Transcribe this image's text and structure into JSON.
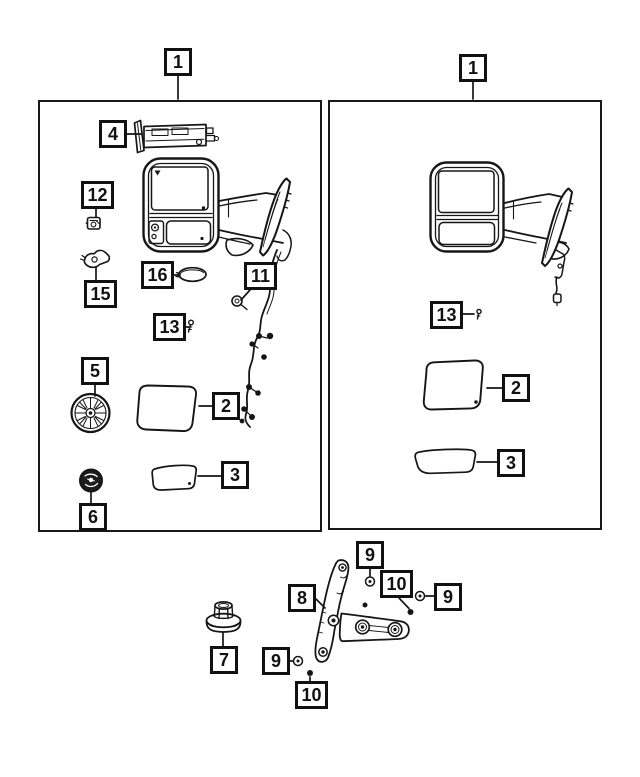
{
  "colors": {
    "background": "#ffffff",
    "line": "#161616",
    "callout_border": "#111111",
    "callout_text": "#111111"
  },
  "callouts": {
    "c1_left": "1",
    "c4": "4",
    "c12": "12",
    "c15": "15",
    "c16": "16",
    "c11": "11",
    "c13_left": "13",
    "c5": "5",
    "c2_left": "2",
    "c3_left": "3",
    "c6": "6",
    "c1_right": "1",
    "c13_right": "13",
    "c2_right": "2",
    "c3_right": "3",
    "c9_top": "9",
    "c10_top": "10",
    "c9_right": "9",
    "c8": "8",
    "c7": "7",
    "c9_bottom": "9",
    "c10_bottom": "10"
  }
}
